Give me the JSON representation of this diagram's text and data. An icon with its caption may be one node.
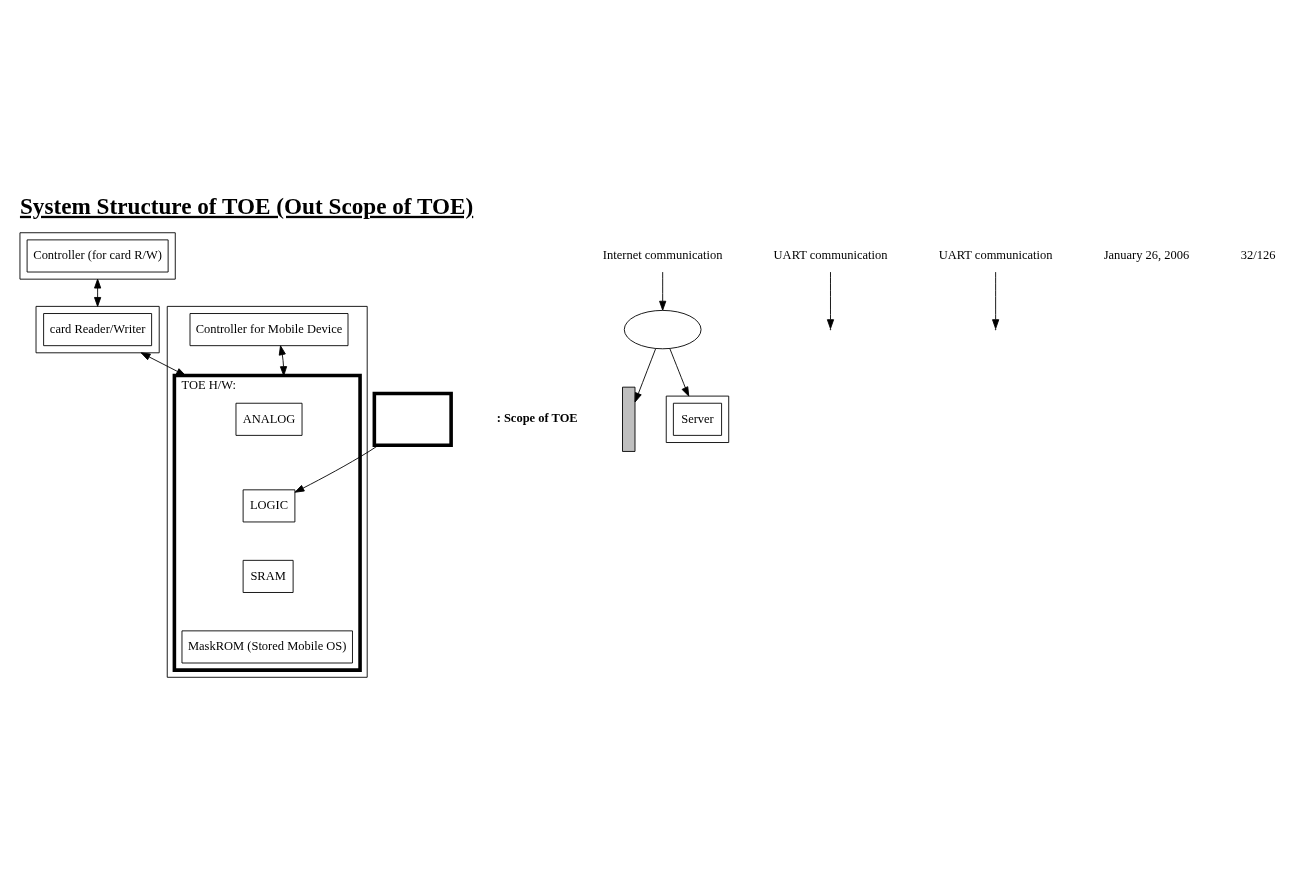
{
  "diagram": {
    "title": "System Structure of TOE (Out Scope of TOE)",
    "nodes": [
      {
        "text": [],
        "shape": "box"
      },
      {
        "text": [
          "Controller (for card R/W)"
        ],
        "in": 0
      },
      {
        "text": [],
        "shape": "box"
      },
      {
        "text": [
          "card Reader/Writer"
        ],
        "in": 2
      },
      {
        "text": [],
        "shape": "box"
      },
      {
        "text": [],
        "shape": "bar"
      },
      {
        "text": [
          "Controller for Mobile Device"
        ],
        "in": 4
      },
      {
        "text": [
          "TOE H/W:"
        ],
        "in": 4
      },
      {
        "text": [
          "ANALOG"
        ],
        "in": 7
      },
      {
        "text": [
          "LOGIC"
        ],
        "in": 7
      },
      {
        "text": [
          "SRAM"
        ],
        "in": 7
      },
      {
        "text": [
          "MaskROM (Stored Mobile OS)"
        ],
        "in": 7
      },
      {
        "text": [],
        "shape": "ellipse"
      },
      {
        "text": [],
        "shape": "box"
      },
      {
        "text": [
          "Server"
        ],
        "in": 13
      },
      {
        "text": [
          "Internet communication"
        ]
      },
      {
        "text": [
          "UART communication"
        ]
      },
      {
        "text": [
          "UART communication"
        ]
      },
      {
        "text": [],
        "shape": "box",
        "beside": [
          ": Scope of TOE"
        ]
      }
    ],
    "edges": [
      {
        "from": 0,
        "to": 2,
        "arrow": "both"
      },
      {
        "from": 16,
        "to": null,
        "arrow": "to"
      },
      {
        "from": 2,
        "to": 7,
        "arrow": "both"
      },
      {
        "from": 6,
        "to": 7,
        "arrow": "both"
      },
      {
        "from": 17,
        "to": null,
        "arrow": "to"
      },
      {
        "from": 12,
        "to": 5,
        "arrow": "to"
      },
      {
        "from": 12,
        "to": 13,
        "arrow": "to"
      },
      {
        "from": 15,
        "to": 12,
        "arrow": "to"
      },
      {
        "from": 18,
        "to": 9,
        "arrow": "to"
      }
    ],
    "labels": [
      "January 26, 2006",
      "32/126"
    ]
  }
}
